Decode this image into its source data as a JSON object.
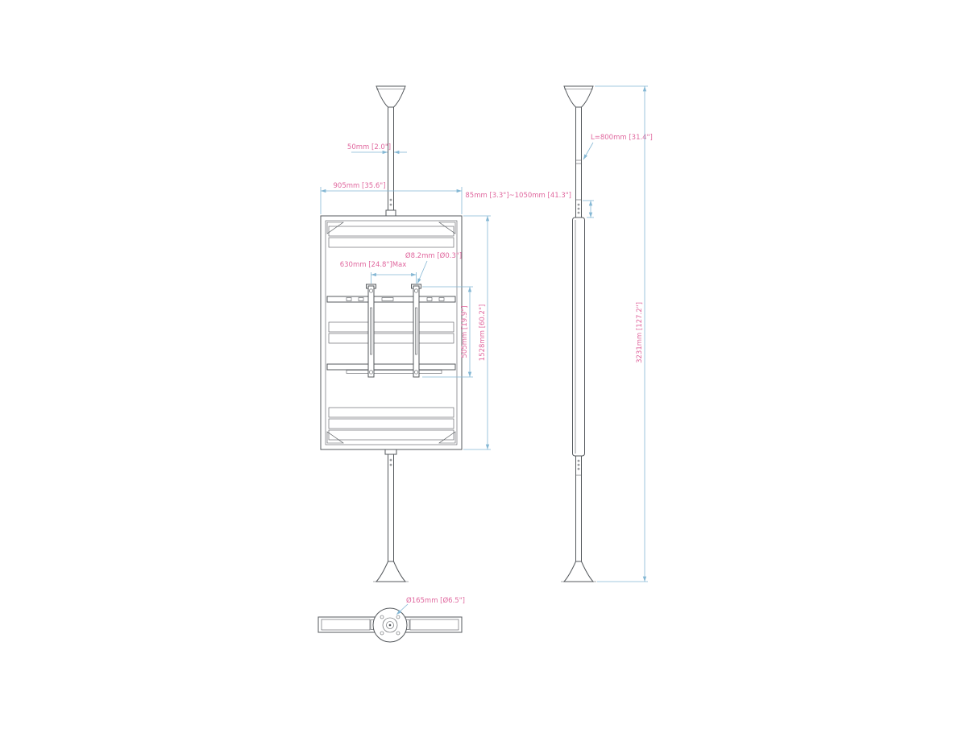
{
  "colors": {
    "drawing-line": "#54585c",
    "dim-line": "#84b7d4",
    "dim-text": "#e0679e"
  },
  "labels": {
    "front": {
      "pole_width": "50mm [2.0\"]",
      "panel_width": "905mm [35.6\"]",
      "bracket_spacing": "630mm [24.8\"]Max",
      "hole_diameter": "Ø8.2mm [Ø0.3\"]",
      "bracket_height": "505mm [19.9\"]",
      "panel_height": "1528mm [60.2\"]"
    },
    "side": {
      "upper_pole_length": "L=800mm [31.4\"]",
      "height_adjust_range": "85mm [3.3\"]~1050mm [41.3\"]",
      "total_height": "3231mm [127.2\"]"
    },
    "bottom": {
      "plate_diameter": "Ø165mm [Ø6.5\"]"
    }
  }
}
